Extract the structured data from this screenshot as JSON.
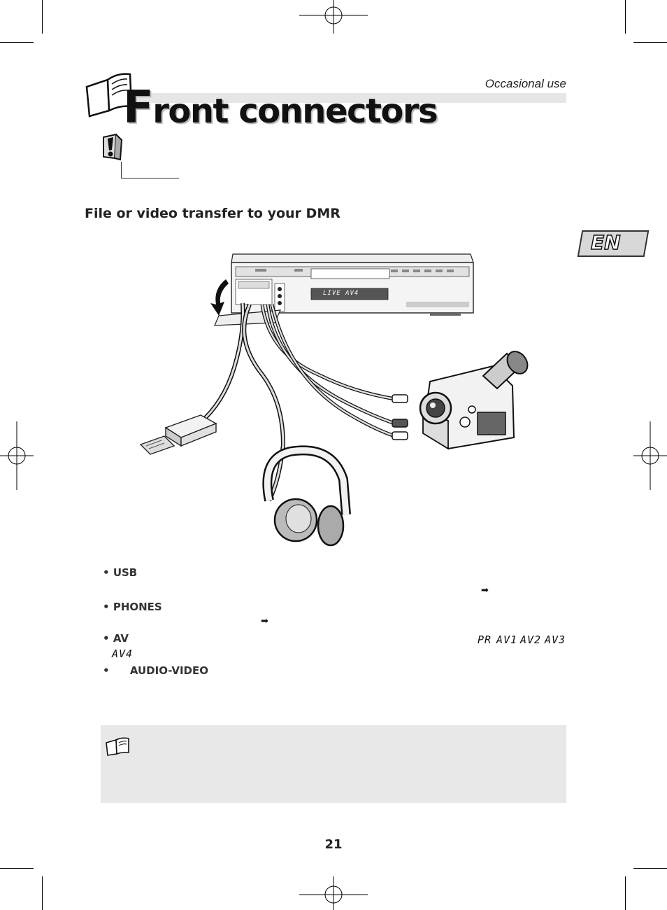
{
  "header": {
    "section_label": "Occasional use",
    "title_initial": "F",
    "title_rest": "ront connectors"
  },
  "subheading": "File or video transfer to your DMR",
  "language_tab": "EN",
  "device": {
    "lcd_text": "LIVE AV4"
  },
  "bullets": [
    {
      "marker": "•",
      "label": "USB"
    },
    {
      "marker": "•",
      "label": "PHONES"
    },
    {
      "marker": "•",
      "label": "AV"
    },
    {
      "marker": "•",
      "label": "AUDIO-VIDEO"
    }
  ],
  "av_sources": [
    "PR",
    "AV1",
    "AV2",
    "AV3",
    "AV4"
  ],
  "arrow_glyph": "➡",
  "page_number": "21",
  "icons": [
    "book-icon",
    "warning-icon",
    "note-book-icon",
    "arrow-right-icon",
    "registration-mark-icon"
  ]
}
